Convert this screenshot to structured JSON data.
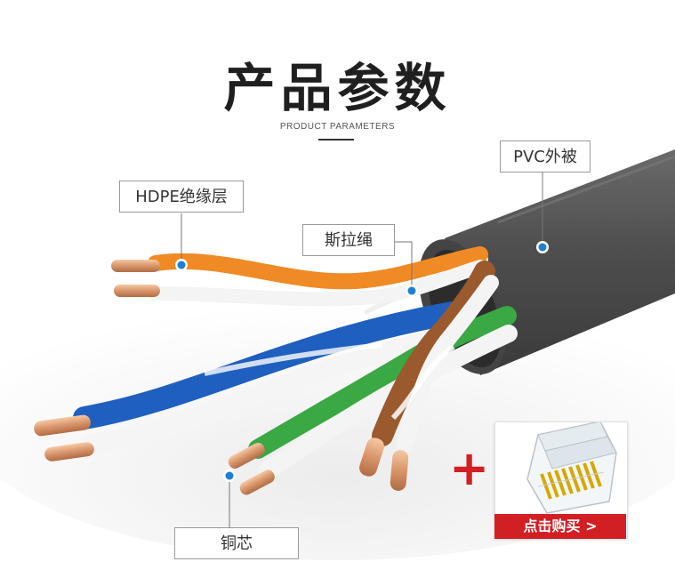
{
  "header": {
    "title": "产品参数",
    "subtitle": "PRODUCT PARAMETERS"
  },
  "callouts": {
    "jacket": "PVC外被",
    "insulation": "HDPE绝缘层",
    "rip_cord": "斯拉绳",
    "core": "铜芯"
  },
  "purchase": {
    "plus_sign": "+",
    "buy_label": "点击购买 >"
  },
  "colors": {
    "accent_red": "#d11f24",
    "marker_blue": "#1e7fd6",
    "jacket_gray": "#5a5a5a",
    "orange_wire": "#f08a24",
    "blue_wire": "#1f5fbf",
    "green_wire": "#3aa843",
    "brown_wire": "#9a5a2e",
    "copper": "#d99a6c"
  }
}
